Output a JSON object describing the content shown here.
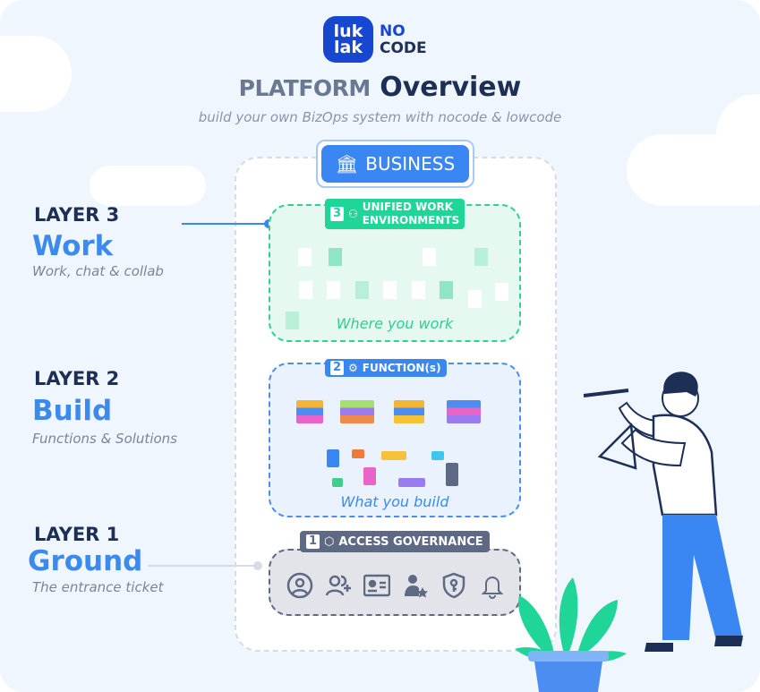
{
  "header": {
    "logo_line1": "luk",
    "logo_line2": "lak",
    "nocode_line1": "NO",
    "nocode_line2": "CODE",
    "title_prefix": "PLATFORM",
    "title_main": "Overview",
    "subtitle": "build your own BizOps system with nocode & lowcode"
  },
  "business": {
    "label": "BUSINESS",
    "icon": "bank-icon"
  },
  "layers": [
    {
      "layer": "LAYER 3",
      "name": "Work",
      "description": "Work, chat & collab",
      "tag_number": "3",
      "tag_label_line1": "UNIFIED WORK",
      "tag_label_line2": "ENVIRONMENTS",
      "caption": "Where you work",
      "icon": "network-icon"
    },
    {
      "layer": "LAYER 2",
      "name": "Build",
      "description": "Functions & Solutions",
      "tag_number": "2",
      "tag_label": "FUNCTION(s)",
      "caption": "What you build",
      "icon": "brain-gear-icon"
    },
    {
      "layer": "LAYER 1",
      "name": "Ground",
      "description": "The entrance ticket",
      "tag_number": "1",
      "tag_label": "ACCESS GOVERNANCE",
      "icon": "cube-icon",
      "icons": [
        "user-circle-icon",
        "add-users-icon",
        "id-card-icon",
        "user-star-icon",
        "shield-key-icon",
        "bell-icon"
      ]
    }
  ],
  "colors": {
    "work": "#34cf93",
    "build": "#4b8df0",
    "ground": "#5e6a83",
    "accent": "#3a86f3"
  }
}
